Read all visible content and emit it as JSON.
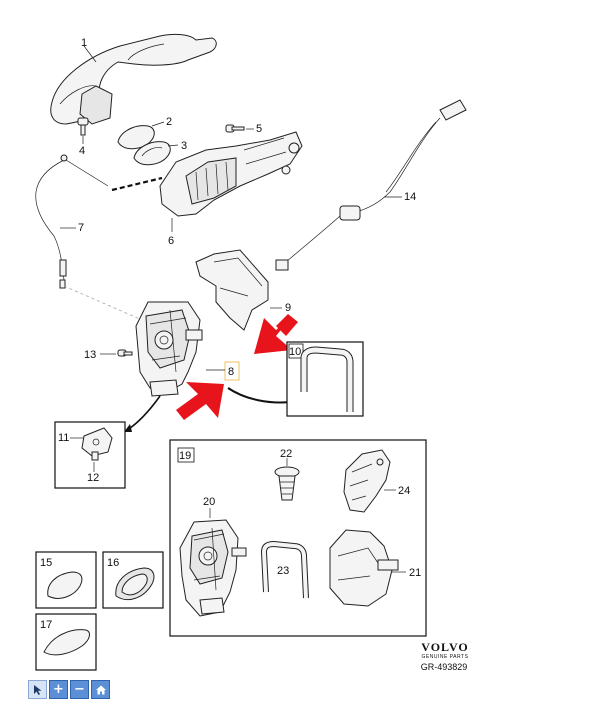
{
  "callouts": {
    "c1": "1",
    "c2": "2",
    "c3": "3",
    "c4": "4",
    "c5": "5",
    "c6": "6",
    "c7": "7",
    "c8": "8",
    "c9": "9",
    "c10": "10",
    "c11": "11",
    "c12": "12",
    "c13": "13",
    "c14": "14",
    "c15": "15",
    "c16": "16",
    "c17": "17",
    "c19": "19",
    "c20": "20",
    "c21": "21",
    "c22": "22",
    "c23": "23",
    "c24": "24"
  },
  "brand": {
    "name": "VOLVO",
    "tagline": "GENUINE PARTS"
  },
  "diagram_code": "GR-493829",
  "toolbar": {
    "buttons": [
      {
        "icon": "pointer-icon"
      },
      {
        "icon": "zoom-in-icon",
        "glyph": "+"
      },
      {
        "icon": "zoom-out-icon",
        "glyph": "−"
      },
      {
        "icon": "home-icon"
      }
    ]
  },
  "colors": {
    "highlight_arrow": "#e8141b",
    "toolbar_button": "#5b8fd6",
    "callout_8_box": "#e8c060"
  }
}
